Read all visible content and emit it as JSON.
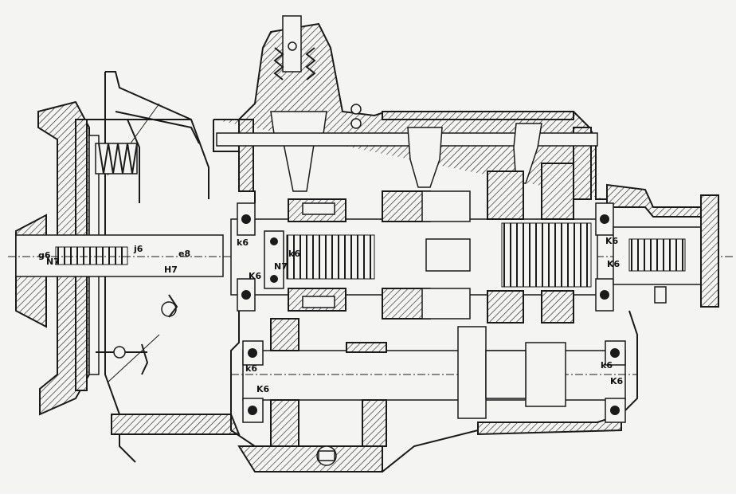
{
  "labels": {
    "k6_a": "k6",
    "k6_b": "K6",
    "k6_c": "k6",
    "k6_d": "K6",
    "k6_e": "k6",
    "k6_f": "K6",
    "k6_g": "k6",
    "k6_h": "K6",
    "k6_i": "k6",
    "k6_j": "K6",
    "n7_left": "N7",
    "n7_mid": "N7",
    "h7": "H7",
    "j6": "j6",
    "e8": "e8",
    "g6": "g6"
  }
}
